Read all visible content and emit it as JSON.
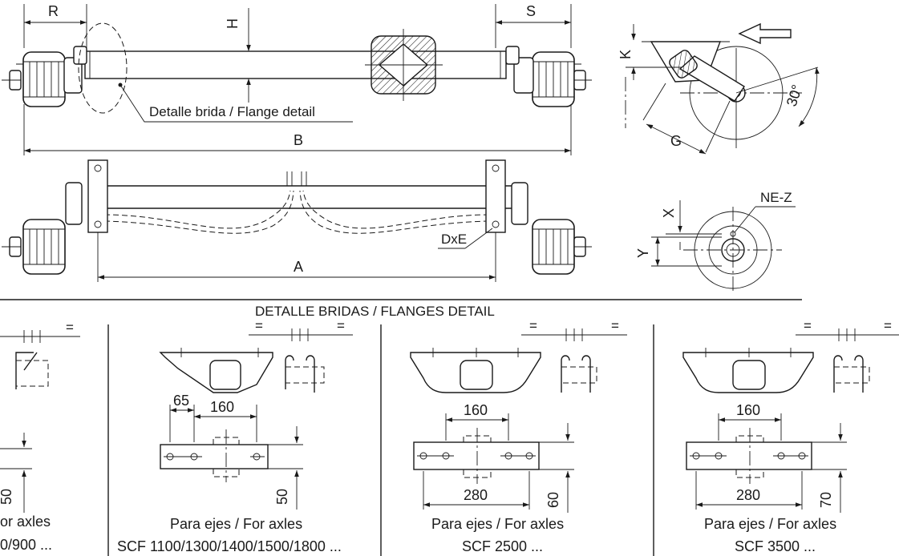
{
  "top_view": {
    "dim_r": "R",
    "dim_h": "H",
    "dim_s": "S",
    "dim_b": "B",
    "callout": "Detalle brida / Flange detail"
  },
  "plan_view": {
    "dim_a": "A",
    "dim_dxe": "DxE"
  },
  "side_view": {
    "dim_k": "K",
    "dim_g": "G",
    "angle": "30°"
  },
  "hub_view": {
    "dim_x": "X",
    "dim_y": "Y",
    "dim_ne_z": "NE-Z"
  },
  "section_title": "DETALLE BRIDAS /  FLANGES DETAIL",
  "flanges": [
    {
      "equals": "=",
      "height_dim": "50",
      "caption_1": "or axles",
      "caption_2": "0/900 ..."
    },
    {
      "equals_left": "=",
      "equals_right": "=",
      "dim_offset": "65",
      "dim_spacing": "160",
      "height_dim": "50",
      "caption_1": "Para ejes / For axles",
      "caption_2": "SCF 1100/1300/1400/1500/1800 ..."
    },
    {
      "equals_left": "=",
      "equals_right": "=",
      "dim_spacing": "160",
      "dim_total": "280",
      "height_dim": "60",
      "caption_1": "Para ejes / For axles",
      "caption_2": "SCF 2500 ..."
    },
    {
      "equals_left": "=",
      "equals_right": "=",
      "dim_spacing": "160",
      "dim_total": "280",
      "height_dim": "70",
      "caption_1": "Para ejes / For axles",
      "caption_2": "SCF 3500 ..."
    }
  ]
}
